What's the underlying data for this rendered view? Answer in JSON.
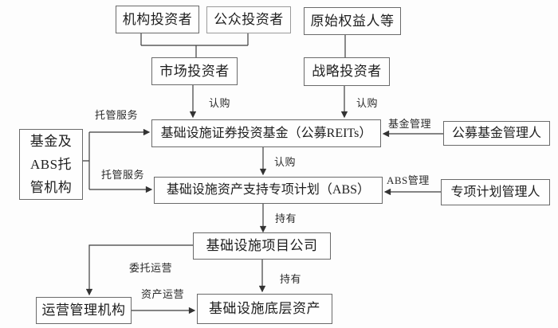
{
  "diagram": {
    "nodes": {
      "institutional_investor": {
        "label": "机构投资者"
      },
      "public_investor": {
        "label": "公众投资者"
      },
      "original_equity_holder": {
        "label": "原始权益人等"
      },
      "market_investor": {
        "label": "市场投资者"
      },
      "strategic_investor": {
        "label": "战略投资者"
      },
      "reits_fund": {
        "label": "基础设施证券投资基金（公募REITs）"
      },
      "public_fund_manager": {
        "label": "公募基金管理人"
      },
      "custodian": {
        "label": "基金及ABS托管机构",
        "lines": [
          "基金及",
          "ABS托",
          "管机构"
        ]
      },
      "abs_plan": {
        "label": "基础设施资产支持专项计划（ABS）"
      },
      "special_plan_manager": {
        "label": "专项计划管理人"
      },
      "project_company": {
        "label": "基础设施项目公司"
      },
      "operation_manager": {
        "label": "运营管理机构"
      },
      "underlying_asset": {
        "label": "基础设施底层资产"
      }
    },
    "edge_labels": {
      "custody_service_reits": "托管服务",
      "subscribe_market": "认购",
      "subscribe_strategic": "认购",
      "fund_management": "基金管理",
      "custody_service_abs": "托管服务",
      "subscribe_reits_abs": "认购",
      "abs_management": "ABS管理",
      "hold_project": "持有",
      "entrusted_operation": "委托运营",
      "hold_asset": "持有",
      "asset_operation": "资产运营"
    },
    "colors": {
      "background": "#fdfdfd",
      "line": "#3d3d3d",
      "box_border": "#6a6a6a",
      "text": "#1d1d1d"
    }
  }
}
